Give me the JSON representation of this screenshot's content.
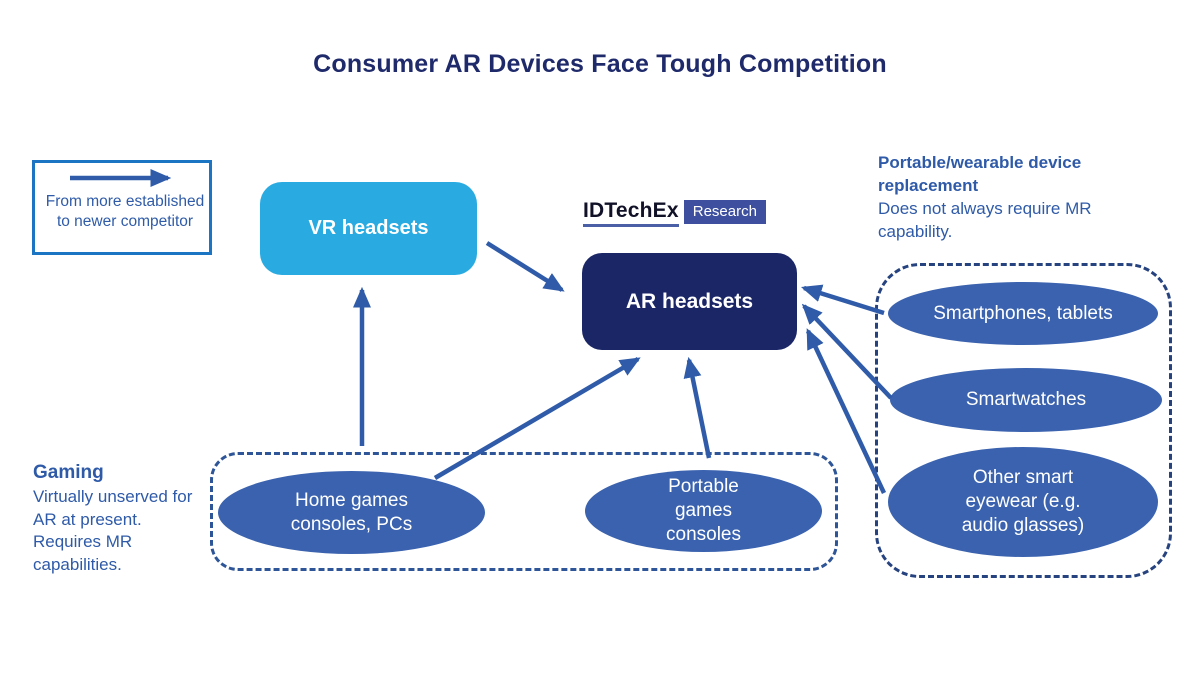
{
  "title": "Consumer AR Devices Face Tough Competition",
  "legend": {
    "label": "From more established to newer competitor"
  },
  "logo": {
    "brand": "IDTechEx",
    "suffix": "Research"
  },
  "nodes": {
    "vr": {
      "label": "VR headsets"
    },
    "ar": {
      "label": "AR headsets"
    }
  },
  "annotations": {
    "replacement": {
      "heading": "Portable/wearable device replacement",
      "body": "Does not always require MR capability."
    },
    "gaming": {
      "heading": "Gaming",
      "body": "Virtually unserved for AR at present. Requires MR capabilities."
    }
  },
  "groups": {
    "replacement": {
      "items": [
        "Smartphones, tablets",
        "Smartwatches",
        "Other smart eyewear (e.g. audio glasses)"
      ]
    },
    "gaming": {
      "items": [
        "Home games consoles, PCs",
        "Portable games consoles"
      ]
    }
  },
  "edges": [
    {
      "from": "VR headsets",
      "to": "AR headsets"
    },
    {
      "from": "Home games consoles, PCs",
      "to": "VR headsets"
    },
    {
      "from": "Home games consoles, PCs",
      "to": "AR headsets"
    },
    {
      "from": "Portable games consoles",
      "to": "AR headsets"
    },
    {
      "from": "Smartphones, tablets",
      "to": "AR headsets"
    },
    {
      "from": "Smartwatches",
      "to": "AR headsets"
    },
    {
      "from": "Other smart eyewear (e.g. audio glasses)",
      "to": "AR headsets"
    }
  ],
  "colors": {
    "title_navy": "#1f2a6b",
    "vr_cyan": "#29abe2",
    "ar_navy": "#1b2667",
    "ellipse_blue": "#3a62ae",
    "arrow_blue": "#2f5ba8",
    "annotation_blue": "#2e5aa8",
    "legend_border_blue": "#1b75c3",
    "dash_navy": "#26437f",
    "dash_blue": "#2e5597",
    "logo_box_blue": "#3d4f9e"
  }
}
